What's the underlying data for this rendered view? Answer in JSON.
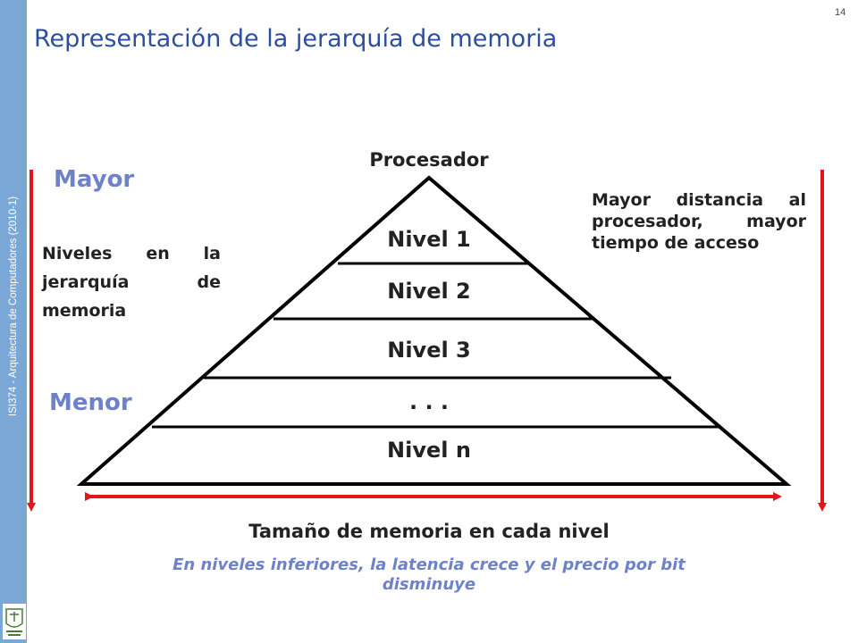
{
  "sidebar": {
    "course": "ISI374 - Arquitectura de Computadores (2010-1)"
  },
  "slide": {
    "number": "14",
    "title": "Representación de la jerarquía de memoria"
  },
  "diagram": {
    "processor_label": "Procesador",
    "levels": [
      "Nivel 1",
      "Nivel 2",
      "Nivel 3",
      ". . .",
      "Nivel n"
    ],
    "left_top_label": "Mayor",
    "left_bottom_label": "Menor",
    "left_description": "Niveles en la jerarquía de memoria",
    "right_description": "Mayor distancia al procesador, mayor tiempo de acceso",
    "bottom_label": "Tamaño de memoria en cada nivel",
    "bottom_note": "En niveles inferiores, la latencia crece y el precio por bit disminuye"
  },
  "colors": {
    "accent": "#2b4f9e",
    "highlight": "#6d82c8",
    "arrow": "#e0161b",
    "sidebar": "#7aa7d6"
  }
}
